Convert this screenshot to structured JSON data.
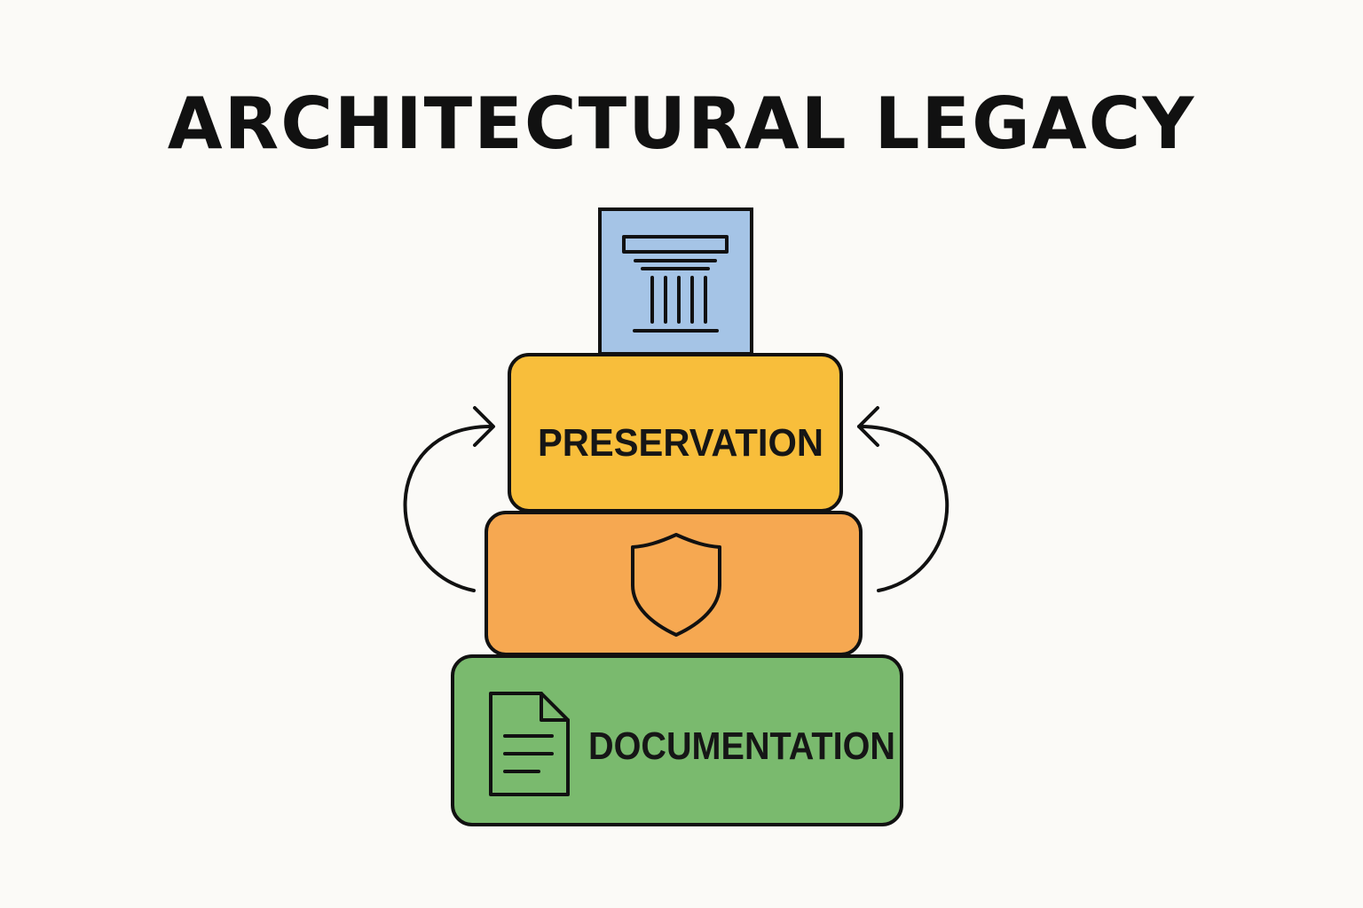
{
  "title": "ARCHITECTURAL LEGACY",
  "tiers": [
    {
      "label": "",
      "icon": "column-icon",
      "color": "#a5c4e6"
    },
    {
      "label": "PRESERVATION",
      "icon": "",
      "color": "#f8be3b"
    },
    {
      "label": "",
      "icon": "shield-icon",
      "color": "#f6a851"
    },
    {
      "label": "DOCUMENTATION",
      "icon": "document-icon",
      "color": "#7aba6e"
    }
  ],
  "arrows": [
    "left-cycle-arrow",
    "right-cycle-arrow"
  ],
  "colors": {
    "background": "#fbfaf7",
    "outline": "#111111"
  }
}
